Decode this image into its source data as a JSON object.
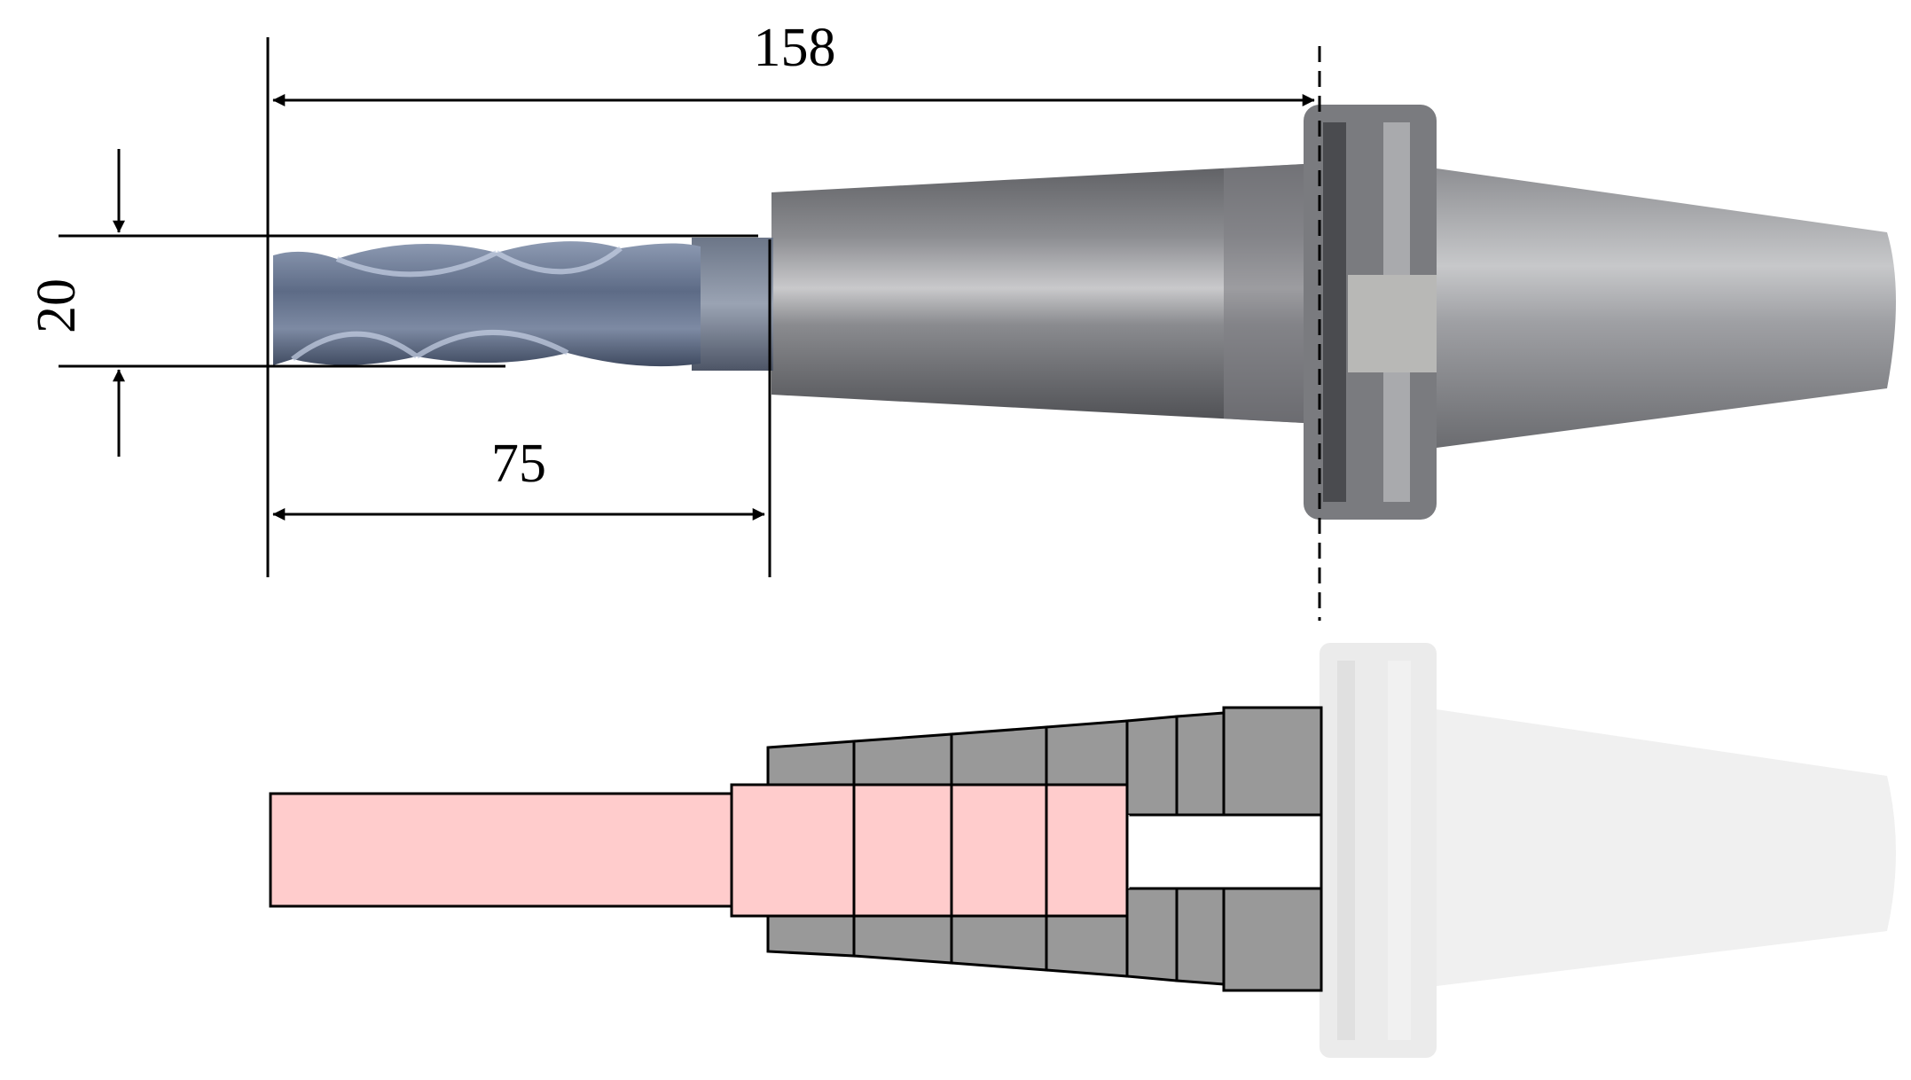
{
  "dimensions": {
    "total_length": "158",
    "tool_projection": "75",
    "tool_diameter": "20"
  },
  "colors": {
    "line": "#000000",
    "tool_section_fill": "#ffcccc",
    "holder_section_fill": "#999999",
    "holder_photo_steel": "#6f6f72",
    "holder_photo_light": "#b9b9bc",
    "cutter_blue": "#6f7f98",
    "ghost_holder": "#ececec"
  }
}
